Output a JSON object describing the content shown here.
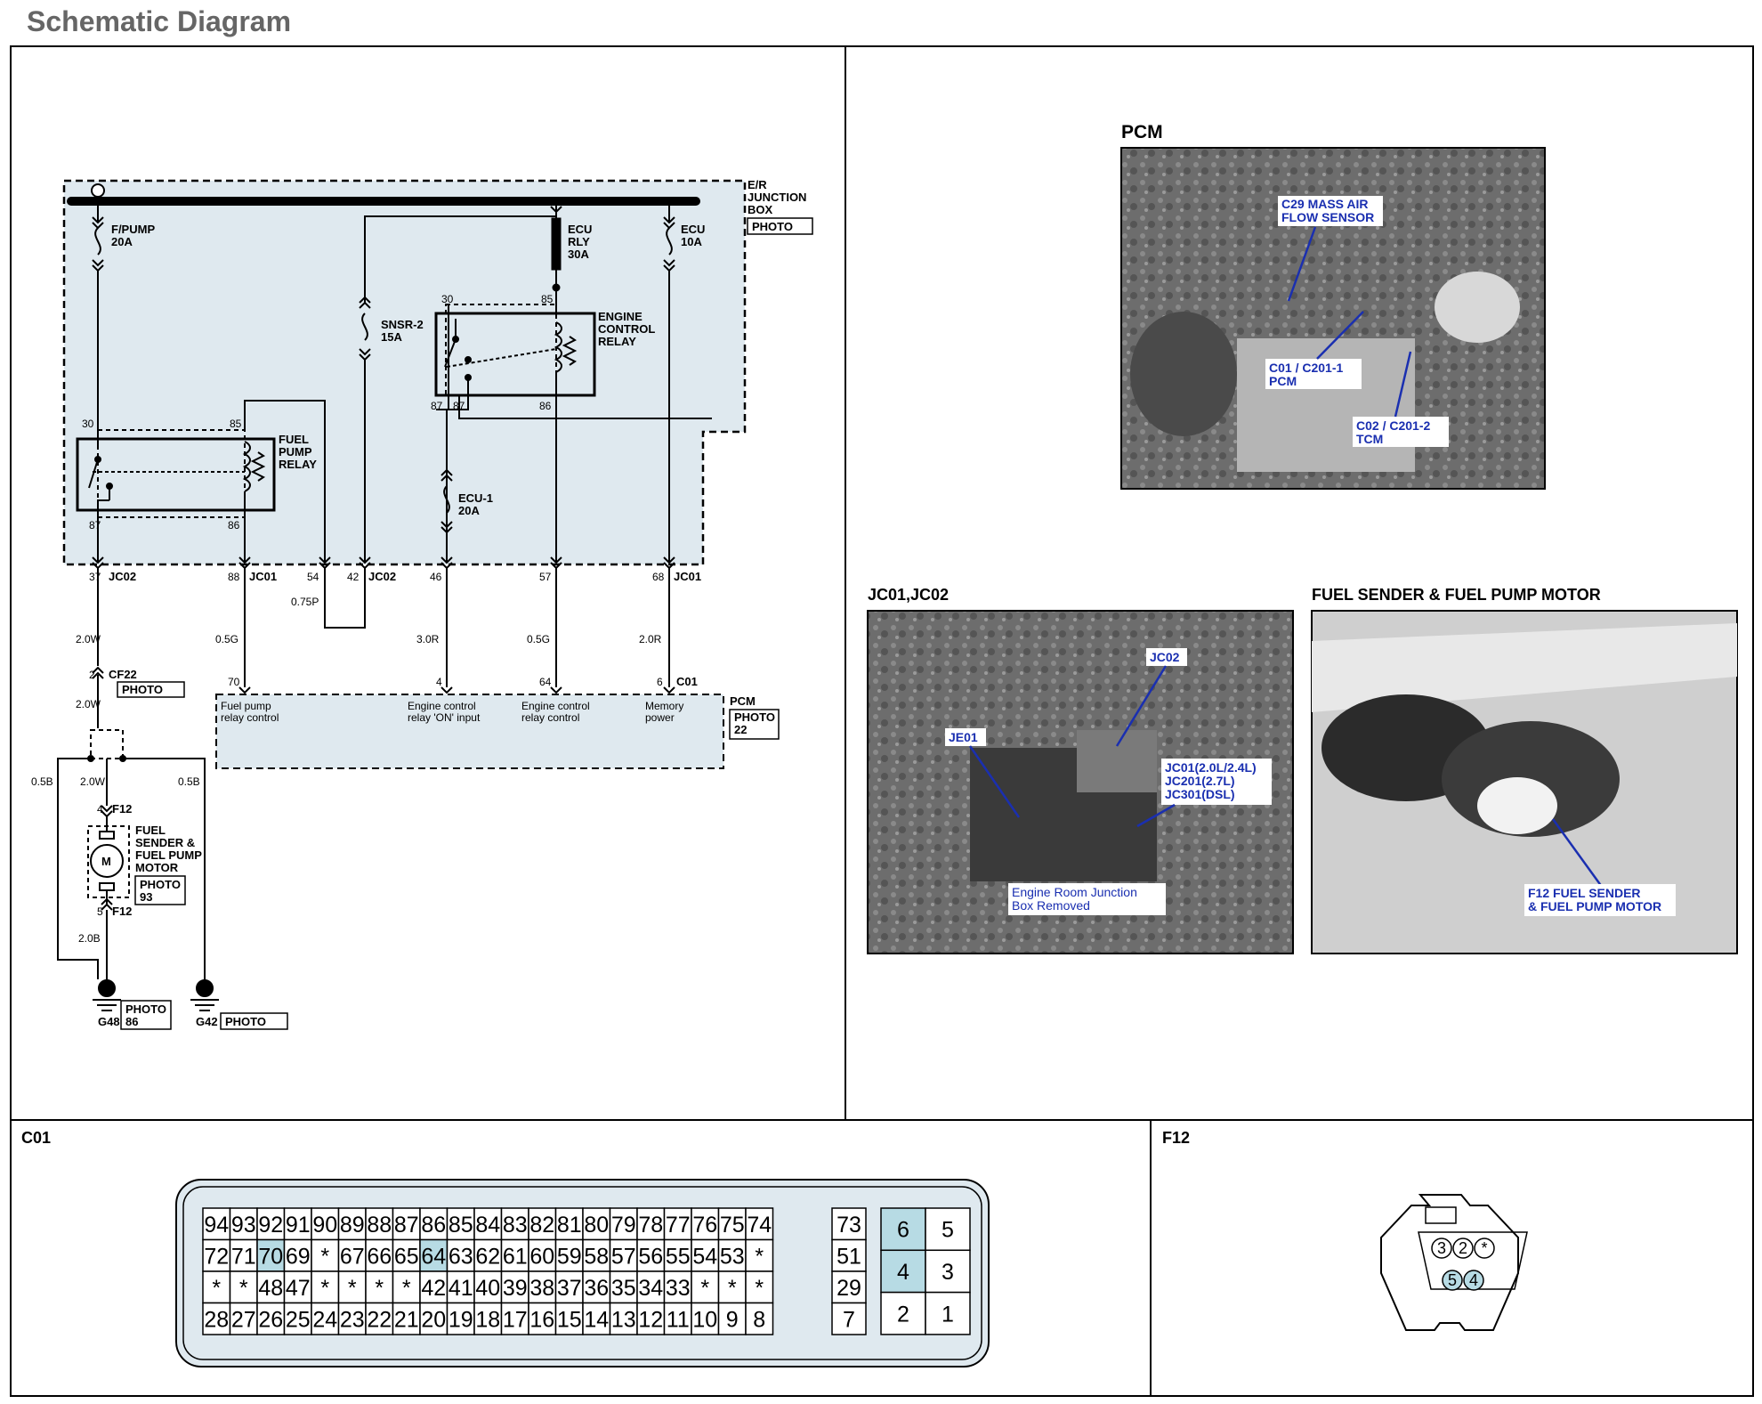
{
  "page_title": "Schematic Diagram",
  "junction_box": {
    "name_lines": [
      "E/R",
      "JUNCTION",
      "BOX"
    ],
    "photo_label": "PHOTO",
    "fuses": {
      "fpump": [
        "F/PUMP",
        "20A"
      ],
      "ecu_rly": [
        "ECU",
        "RLY",
        "30A"
      ],
      "ecu": [
        "ECU",
        "10A"
      ],
      "snsr2": [
        "SNSR-2",
        "15A"
      ],
      "ecu1": [
        "ECU-1",
        "20A"
      ]
    },
    "ecr": {
      "name_lines": [
        "ENGINE",
        "CONTROL",
        "RELAY"
      ],
      "pins": [
        "30",
        "85",
        "87",
        "87",
        "86"
      ]
    },
    "fpr": {
      "name_lines": [
        "FUEL",
        "PUMP",
        "RELAY"
      ],
      "pins": [
        "30",
        "85",
        "87",
        "86"
      ]
    }
  },
  "junction_pins": [
    {
      "pin": "37",
      "conn": "JC02"
    },
    {
      "pin": "88",
      "conn": "JC01"
    },
    {
      "pin": "54",
      "conn": ""
    },
    {
      "pin": "42",
      "conn": "JC02"
    },
    {
      "pin": "46",
      "conn": ""
    },
    {
      "pin": "57",
      "conn": ""
    },
    {
      "pin": "68",
      "conn": "JC01"
    }
  ],
  "wires": {
    "w075p": "0.75P",
    "w1": "2.0W",
    "w2": "0.5G",
    "w3": "3.0R",
    "w4": "0.5G",
    "w5": "2.0R",
    "w6": "2.0W",
    "w7": "2.0W",
    "w05b_l": "0.5B",
    "w05b_r": "0.5B",
    "w20b": "2.0B"
  },
  "cf22": {
    "pin": "2",
    "name": "CF22",
    "photo": "PHOTO"
  },
  "pcm_conn": {
    "pins": [
      "70",
      "4",
      "64",
      "6"
    ],
    "conn": "C01",
    "name": "PCM",
    "photo": [
      "PHOTO",
      "22"
    ],
    "functions": [
      [
        "Fuel pump",
        "relay control"
      ],
      [
        "Engine control",
        "relay 'ON' input"
      ],
      [
        "Engine control",
        "relay control"
      ],
      [
        "Memory",
        "power"
      ]
    ]
  },
  "motor": {
    "pin_top": "4",
    "conn_top": "F12",
    "pin_bot": "5",
    "conn_bot": "F12",
    "symbol": "M",
    "name_lines": [
      "FUEL",
      "SENDER &",
      "FUEL PUMP",
      "MOTOR"
    ],
    "photo": [
      "PHOTO",
      "93"
    ]
  },
  "grounds": {
    "g48": {
      "name": "G48",
      "photo": [
        "PHOTO",
        "86"
      ]
    },
    "g42": {
      "name": "G42",
      "photo": "PHOTO"
    }
  },
  "photos": {
    "pcm": {
      "title": "PCM",
      "callouts": [
        [
          "C29 MASS AIR",
          "FLOW SENSOR"
        ],
        [
          "C01 / C201-1",
          "PCM"
        ],
        [
          "C02 / C201-2",
          "TCM"
        ]
      ]
    },
    "jc": {
      "title": "JC01,JC02",
      "callouts": [
        "JC02",
        "JE01",
        [
          "JC01(2.0L/2.4L)",
          "JC201(2.7L)",
          "JC301(DSL)"
        ],
        [
          "Engine Room Junction",
          "Box Removed"
        ]
      ]
    },
    "fuel": {
      "title": "FUEL SENDER & FUEL PUMP MOTOR",
      "callouts": [
        [
          "F12 FUEL SENDER",
          "& FUEL PUMP MOTOR"
        ]
      ]
    }
  },
  "c01": {
    "title": "C01",
    "rows": [
      [
        "94",
        "93",
        "92",
        "91",
        "90",
        "89",
        "88",
        "87",
        "86",
        "85",
        "84",
        "83",
        "82",
        "81",
        "80",
        "79",
        "78",
        "77",
        "76",
        "75",
        "74"
      ],
      [
        "72",
        "71",
        "70",
        "69",
        "*",
        "67",
        "66",
        "65",
        "64",
        "63",
        "62",
        "61",
        "60",
        "59",
        "58",
        "57",
        "56",
        "55",
        "54",
        "53",
        "*"
      ],
      [
        "*",
        "*",
        "48",
        "47",
        "*",
        "*",
        "*",
        "*",
        "42",
        "41",
        "40",
        "39",
        "38",
        "37",
        "36",
        "35",
        "34",
        "33",
        "*",
        "*",
        "*"
      ],
      [
        "28",
        "27",
        "26",
        "25",
        "24",
        "23",
        "22",
        "21",
        "20",
        "19",
        "18",
        "17",
        "16",
        "15",
        "14",
        "13",
        "12",
        "11",
        "10",
        "9",
        "8"
      ]
    ],
    "highlighted": [
      "70",
      "64"
    ],
    "side_col": [
      "73",
      "51",
      "29",
      "7"
    ],
    "power_block": [
      [
        "6",
        "5"
      ],
      [
        "4",
        "3"
      ],
      [
        "2",
        "1"
      ]
    ],
    "power_highlighted": [
      "6",
      "4"
    ]
  },
  "f12": {
    "title": "F12",
    "top_pins": [
      "3",
      "2",
      "*"
    ],
    "bottom_pins": [
      "5",
      "4"
    ],
    "highlighted": [
      "5",
      "4"
    ]
  },
  "colors": {
    "jbox_fill": "#dfe9ef",
    "pin_highlight": "#b7dbe4",
    "callout_blue": "#1a2fb0",
    "title_gray": "#666666"
  }
}
